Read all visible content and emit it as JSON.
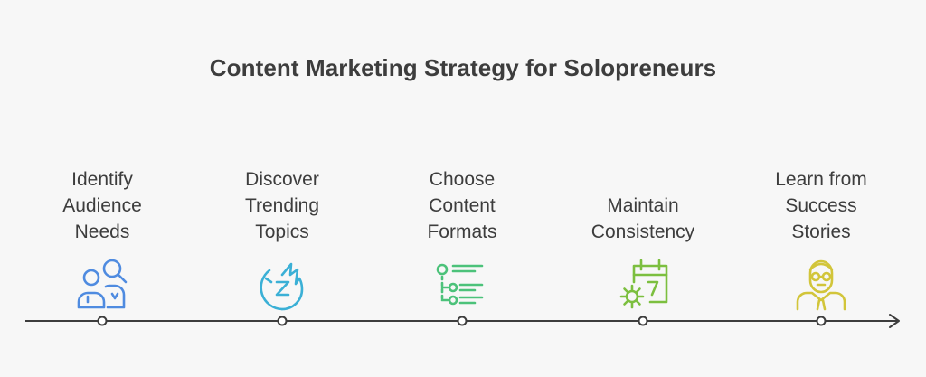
{
  "title": "Content Marketing Strategy for Solopreneurs",
  "steps": [
    {
      "lines": [
        "Identify",
        "Audience",
        "Needs"
      ],
      "icon": "audience-search-icon",
      "color": "#4f8be0"
    },
    {
      "lines": [
        "Discover",
        "Trending",
        "Topics"
      ],
      "icon": "trending-z-icon",
      "color": "#3bb0d6"
    },
    {
      "lines": [
        "Choose",
        "Content",
        "Formats"
      ],
      "icon": "format-list-icon",
      "color": "#4cc27a"
    },
    {
      "lines": [
        "Maintain",
        "Consistency"
      ],
      "icon": "calendar-gear-icon",
      "color": "#7cbf3f"
    },
    {
      "lines": [
        "Learn from",
        "Success",
        "Stories"
      ],
      "icon": "mentor-person-icon",
      "color": "#d2c53a"
    }
  ]
}
